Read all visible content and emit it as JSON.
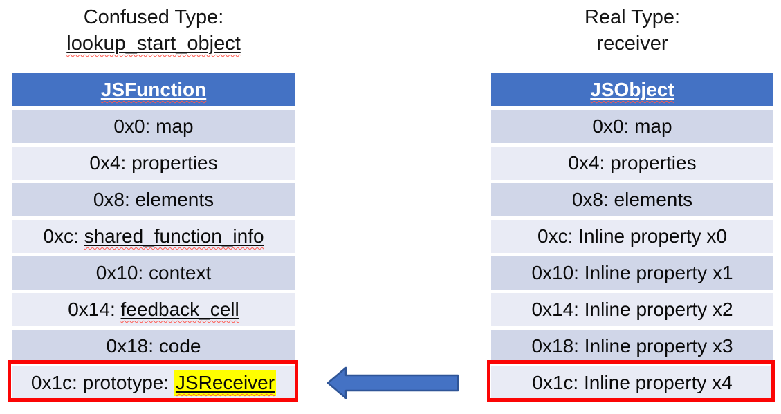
{
  "left_panel": {
    "title_line1": "Confused Type:",
    "title_line2": "lookup_start_object",
    "table_header": "JSFunction",
    "rows": [
      {
        "prefix": "0x0: map",
        "special": ""
      },
      {
        "prefix": "0x4: properties",
        "special": ""
      },
      {
        "prefix": "0x8: elements",
        "special": ""
      },
      {
        "prefix": "0xc: ",
        "special": "shared_function_info"
      },
      {
        "prefix": "0x10: context",
        "special": ""
      },
      {
        "prefix": "0x14: ",
        "special": "feedback_cell"
      },
      {
        "prefix": "0x18: code",
        "special": ""
      },
      {
        "prefix": "0x1c: prototype: ",
        "special": "JSReceiver",
        "highlighted": true
      }
    ]
  },
  "right_panel": {
    "title_line1": "Real Type:",
    "title_line2": "receiver",
    "table_header": "JSObject",
    "rows": [
      "0x0: map",
      "0x4: properties",
      "0x8: elements",
      "0xc: Inline property x0",
      "0x10: Inline property x1",
      "0x14: Inline property x2",
      "0x18: Inline property x3",
      "0x1c: Inline property x4"
    ]
  },
  "arrow": {
    "icon": "left-block-arrow-icon",
    "direction": "left",
    "fill": "#4472C4",
    "border": "#2F5597"
  },
  "colors": {
    "header_blue": "#4472C4",
    "row_dark": "#D0D6E8",
    "row_light": "#E9EBF5",
    "highlight_yellow": "#FFFF00",
    "box_red": "#FB0505",
    "squiggle_red": "#ff5a50",
    "header_text": "#ffffff",
    "body_text": "#0a0a0a"
  }
}
